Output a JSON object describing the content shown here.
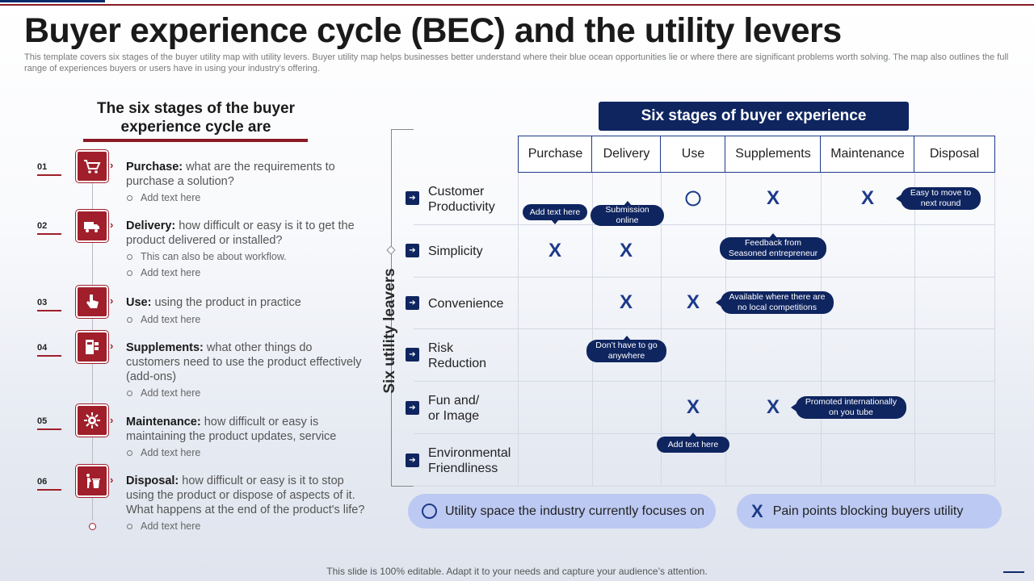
{
  "title": "Buyer experience cycle (BEC) and the utility levers",
  "description": "This template covers six stages of the buyer utility map with utility levers. Buyer utility map helps businesses better understand where their blue ocean opportunities lie or where there are significant problems worth solving. The map also outlines the full range of experiences buyers or users have in using your industry’s offering.",
  "left_heading": "The six stages of the buyer experience cycle are",
  "stages": [
    {
      "num": "01",
      "icon": "cart-icon",
      "name": "Purchase:",
      "text": " what are the requirements to purchase a solution?",
      "subs": [
        "Add text here"
      ]
    },
    {
      "num": "02",
      "icon": "delivery-truck-icon",
      "name": "Delivery:",
      "text": " how difficult or easy is it to get the product delivered or installed?",
      "subs": [
        "This can also be about workflow.",
        "Add text here"
      ]
    },
    {
      "num": "03",
      "icon": "hand-pointer-icon",
      "name": "Use:",
      "text": " using the product in practice",
      "subs": [
        "Add text here"
      ]
    },
    {
      "num": "04",
      "icon": "addon-blocks-icon",
      "name": "Supplements:",
      "text": " what other things do customers need to use the product effectively (add-ons)",
      "subs": [
        "Add text here"
      ]
    },
    {
      "num": "05",
      "icon": "gear-wrench-icon",
      "name": "Maintenance:",
      "text": " how difficult or easy is maintaining the product updates, service",
      "subs": [
        "Add text here"
      ]
    },
    {
      "num": "06",
      "icon": "dispose-bin-icon",
      "name": "Disposal:",
      "text": " how difficult or easy is it to stop using the product or dispose of aspects of it. What happens at the end of the product's life?",
      "subs": [
        "Add text here"
      ]
    }
  ],
  "grid": {
    "header": "Six stages of buyer experience",
    "side_label": "Six utility leavers",
    "columns": [
      "Purchase",
      "Delivery",
      "Use",
      "Supplements",
      "Maintenance",
      "Disposal"
    ],
    "rows": [
      "Customer Productivity",
      "Simplicity",
      "Convenience",
      "Risk Reduction",
      "Fun and/ or Image",
      "Environmental Friendliness"
    ],
    "marks": [
      {
        "row": 0,
        "col": 2,
        "type": "O"
      },
      {
        "row": 0,
        "col": 3,
        "type": "X"
      },
      {
        "row": 0,
        "col": 4,
        "type": "X"
      },
      {
        "row": 1,
        "col": 0,
        "type": "X"
      },
      {
        "row": 1,
        "col": 1,
        "type": "X"
      },
      {
        "row": 2,
        "col": 1,
        "type": "X"
      },
      {
        "row": 2,
        "col": 2,
        "type": "X"
      },
      {
        "row": 4,
        "col": 2,
        "type": "X"
      },
      {
        "row": 4,
        "col": 3,
        "type": "X"
      }
    ],
    "callouts": {
      "c1": "Add text here",
      "c2": "Submission online",
      "c3": "Easy to move to next round",
      "c4": "Feedback from Seasoned entrepreneur",
      "c5": "Available where there are no local competitions",
      "c6": "Don’t have to go anywhere",
      "c7": "Promoted internationally on you tube",
      "c8": "Add text here"
    }
  },
  "legend": {
    "circle": "Utility space the industry currently focuses on",
    "cross": "Pain points blocking buyers utility"
  },
  "footer": "This slide is 100% editable. Adapt it to your needs and capture your audience’s attention.",
  "colors": {
    "navy": "#0f2560",
    "red": "#a01f2b",
    "legend_bg": "#bcc9f2"
  }
}
